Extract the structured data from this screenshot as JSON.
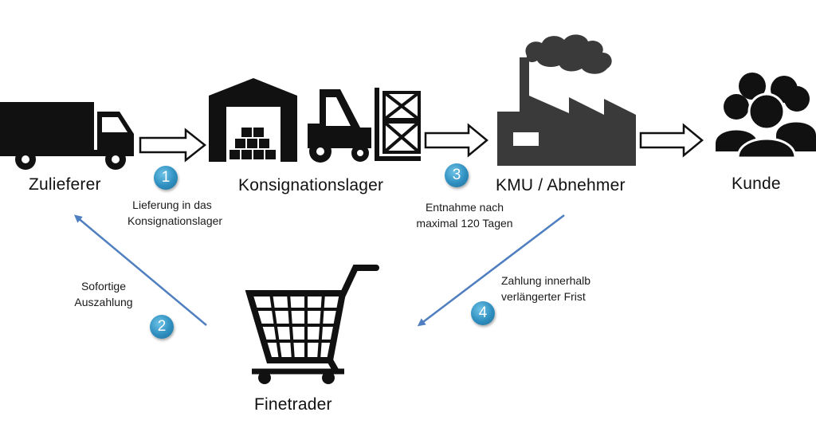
{
  "nodes": {
    "supplier": "Zulieferer",
    "warehouse": "Konsignationslager",
    "sme": "KMU / Abnehmer",
    "customer": "Kunde",
    "finetrader": "Finetrader"
  },
  "steps": [
    {
      "number": "1",
      "lines": [
        "Lieferung in das",
        "Konsignationslager"
      ]
    },
    {
      "number": "2",
      "lines": [
        "Sofortige",
        "Auszahlung"
      ]
    },
    {
      "number": "3",
      "lines": [
        "Entnahme nach",
        "maximal 120 Tagen"
      ]
    },
    {
      "number": "4",
      "lines": [
        "Zahlung innerhalb",
        "verlängerter Frist"
      ]
    }
  ],
  "colors": {
    "icon": "#111111",
    "factory": "#3a3a3a",
    "flow_line": "#4f7fc0",
    "badge": "#2f8fc0"
  },
  "icons": [
    "truck-icon",
    "warehouse-icon",
    "forklift-icon",
    "factory-icon",
    "people-group-icon",
    "shopping-cart-icon"
  ]
}
